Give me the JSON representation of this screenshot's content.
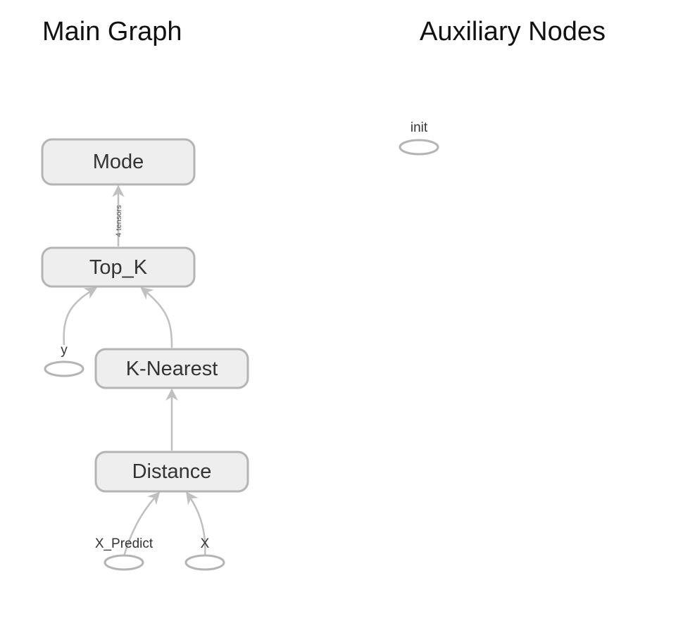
{
  "titles": {
    "main": "Main Graph",
    "auxiliary": "Auxiliary Nodes"
  },
  "nodes": {
    "mode": "Mode",
    "top_k": "Top_K",
    "k_nearest": "K-Nearest",
    "distance": "Distance",
    "y": "y",
    "x_predict": "X_Predict",
    "x": "X",
    "init": "init"
  },
  "edges": {
    "top_k_to_mode_label": "4 tensors"
  },
  "colors": {
    "node_fill": "#eeeeee",
    "node_stroke": "#b4b4b4",
    "edge": "#c0c0c0"
  }
}
